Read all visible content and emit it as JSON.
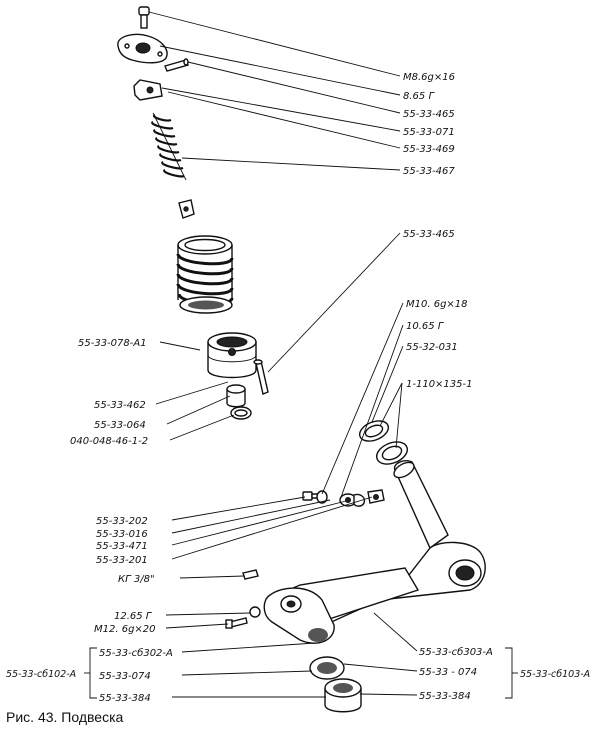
{
  "caption": "Рис. 43. Подвеска",
  "right_labels": {
    "m8": "М8.6g×16",
    "nut8": "8.65 Г",
    "p465a": "55-33-465",
    "p071": "55-33-071",
    "p469": "55-33-469",
    "p467": "55-33-467",
    "p465b": "55-33-465",
    "m10": "М10. 6g×18",
    "nut10": "10.65 Г",
    "p031": "55-32-031",
    "seal": "1-110×135-1",
    "sb303": "55-33-сб303-А",
    "p074r": "55-33 - 074",
    "p384r": "55-33-384",
    "sb103": "55-33-сб103-А"
  },
  "left_labels": {
    "p078": "55-33-078-А1",
    "p462": "55-33-462",
    "p064": "55-33-064",
    "ring": "040-048-46-1-2",
    "p202": "55-33-202",
    "p016": "55-33-016",
    "p471": "55-33-471",
    "p201": "55-33-201",
    "kg": "КГ 3/8\"",
    "nut12": "12.65 Г",
    "m12": "М12. 6g×20",
    "sb302": "55-33-сб302-А",
    "p074l": "55-33-074",
    "p384l": "55-33-384",
    "sb102": "55-33-сб102-А"
  }
}
